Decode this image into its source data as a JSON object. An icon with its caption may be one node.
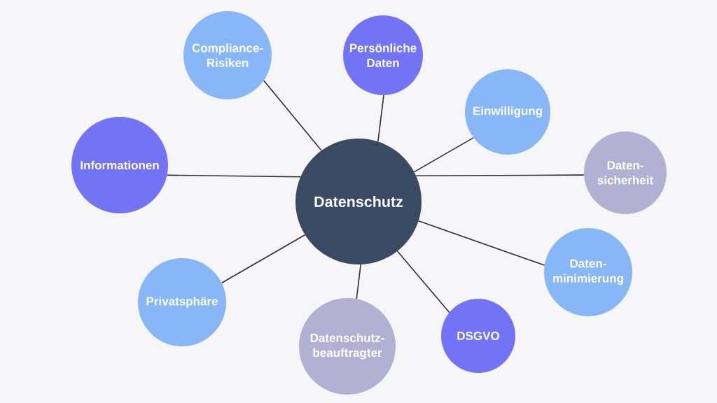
{
  "diagram": {
    "nodes": [
      {
        "text": [
          "Datenschutz"
        ]
      },
      {
        "text": [
          "Compliance- Risiken"
        ]
      },
      {
        "text": [
          "Persönliche Daten"
        ]
      },
      {
        "text": [
          "Einwilligung"
        ]
      },
      {
        "text": [
          "Informationen"
        ]
      },
      {
        "text": [
          "Daten- sicherheit"
        ]
      },
      {
        "text": [
          "Daten- minimierung"
        ]
      },
      {
        "text": [
          "Privatsphäre"
        ]
      },
      {
        "text": [
          "Datenschutz- beauftragter"
        ]
      },
      {
        "text": [
          "DSGVO"
        ]
      }
    ],
    "edges": [
      {
        "from": 0,
        "to": 1,
        "arrow": "none"
      },
      {
        "from": 0,
        "to": 2,
        "arrow": "none"
      },
      {
        "from": 0,
        "to": 3,
        "arrow": "none"
      },
      {
        "from": 0,
        "to": 4,
        "arrow": "none"
      },
      {
        "from": 0,
        "to": 5,
        "arrow": "none"
      },
      {
        "from": 0,
        "to": 6,
        "arrow": "none"
      },
      {
        "from": 0,
        "to": 7,
        "arrow": "none"
      },
      {
        "from": 0,
        "to": 8,
        "arrow": "none"
      },
      {
        "from": 0,
        "to": 9,
        "arrow": "none"
      }
    ]
  }
}
